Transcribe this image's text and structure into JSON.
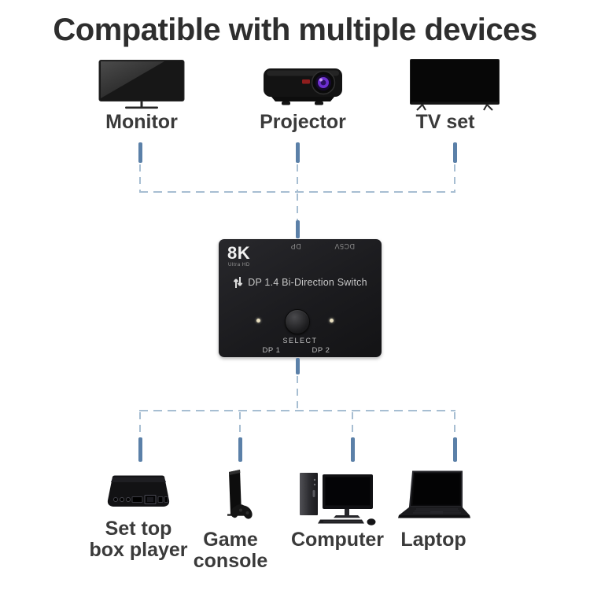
{
  "title": "Compatible with multiple devices",
  "top_devices": [
    {
      "label": "Monitor",
      "icon": "monitor-icon"
    },
    {
      "label": "Projector",
      "icon": "projector-icon"
    },
    {
      "label": "TV set",
      "icon": "tv-icon"
    }
  ],
  "switch": {
    "badge": "8K",
    "badge_sub": "Ultra HD",
    "top_port_center": "DP",
    "top_port_right": "DC5V",
    "direction_icon": "bidirectional-arrows-icon",
    "model_label": "DP 1.4 Bi-Direction Switch",
    "button_label": "SELECT",
    "bottom_port_left": "DP 1",
    "bottom_port_right": "DP 2"
  },
  "bottom_devices": [
    {
      "label_line1": "Set top",
      "label_line2": "box player",
      "icon": "set-top-box-icon"
    },
    {
      "label_line1": "Game console",
      "label_line2": "",
      "icon": "game-console-icon"
    },
    {
      "label_line1": "Computer",
      "label_line2": "",
      "icon": "computer-icon"
    },
    {
      "label_line1": "Laptop",
      "label_line2": "",
      "icon": "laptop-icon"
    }
  ],
  "colors": {
    "title_text": "#2e2e2e",
    "label_text": "#3a3a3a",
    "connector_dash": "#a7bed2",
    "connector_stub": "#5b80a8",
    "switch_body": "#1c1c1e",
    "switch_text": "#c8c8c8",
    "lens_accent": "#6d2fd0"
  }
}
